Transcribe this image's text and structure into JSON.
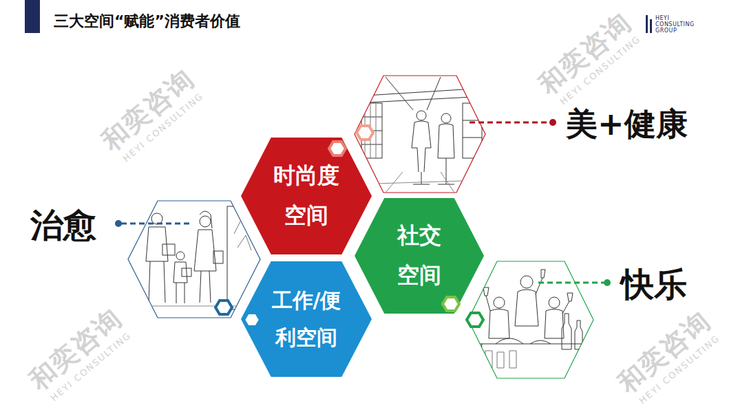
{
  "diagram": {
    "title": "三大空间“赋能”消费者价值",
    "nodes": [
      {
        "text": [
          "时尚度空间"
        ]
      },
      {
        "text": [
          "社交空间"
        ]
      },
      {
        "text": [
          "工作/便利空间"
        ]
      }
    ],
    "labels": [
      "HEYI CONSULTING GROUP",
      "美+健康",
      "治愈",
      "快乐",
      "和奕咨询",
      "HEYI CONSULTING",
      "和奕咨询",
      "HEYI CONSULTING",
      "和奕咨询",
      "HEYI CONSULTING",
      "和奕咨询",
      "HEYI CONSULTING"
    ]
  }
}
